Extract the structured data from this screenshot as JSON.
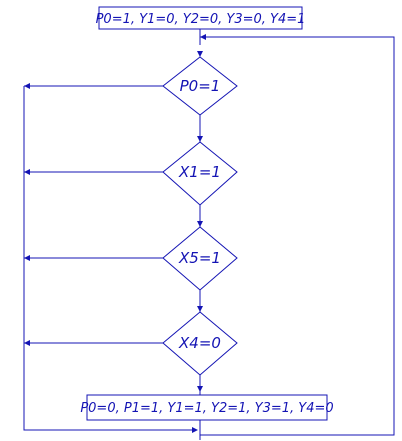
{
  "diagram": {
    "start_block": "P0=1, Y1=0, Y2=0, Y3=0, Y4=1",
    "conditions": [
      "P0=1",
      "X1=1",
      "X5=1",
      "X4=0"
    ],
    "end_block": "P0=0, P1=1, Y1=1, Y2=1, Y3=1, Y4=0"
  },
  "colors": {
    "stroke": "#1414b4"
  }
}
